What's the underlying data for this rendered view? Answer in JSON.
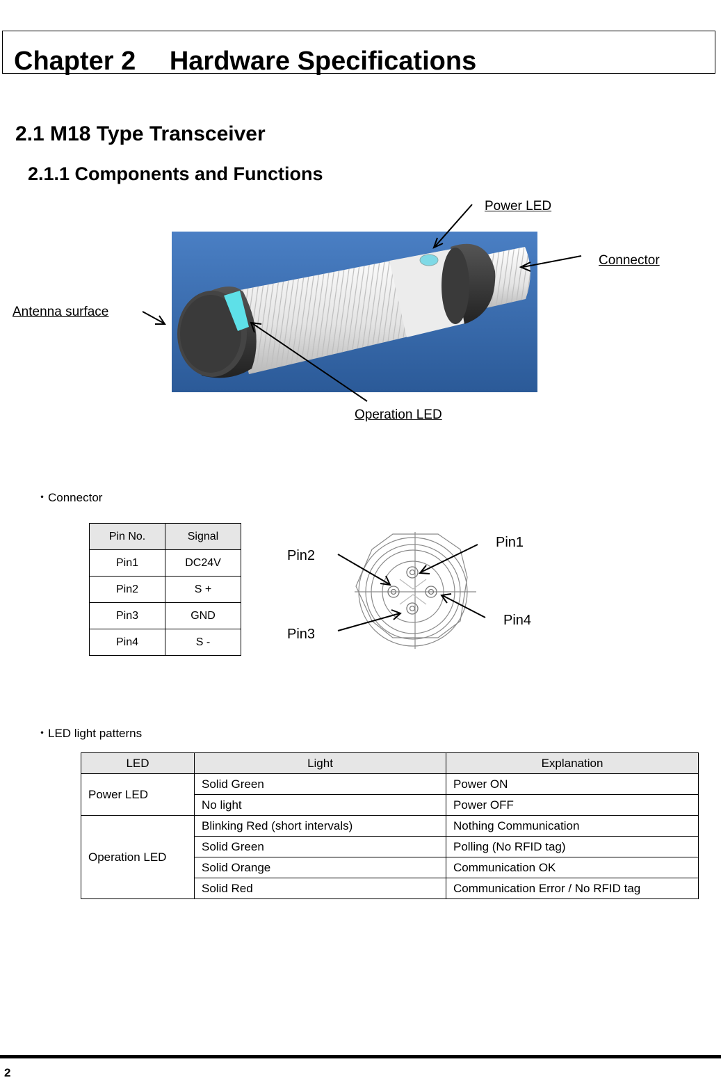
{
  "chapter": {
    "title": "Chapter 2　 Hardware Specifications"
  },
  "section": {
    "title": "2.1 M18 Type Transceiver"
  },
  "subsection": {
    "title": "2.1.1 Components and Functions"
  },
  "figure": {
    "callouts": {
      "power_led": "Power LED",
      "connector": "Connector",
      "antenna_surface": "Antenna surface",
      "operation_led": "Operation LED"
    }
  },
  "connector": {
    "heading": "・Connector",
    "columns": [
      "Pin No.",
      "Signal"
    ],
    "rows": [
      [
        "Pin1",
        "DC24V"
      ],
      [
        "Pin2",
        "S +"
      ],
      [
        "Pin3",
        "GND"
      ],
      [
        "Pin4",
        "S -"
      ]
    ],
    "diagram_labels": {
      "pin1": "Pin1",
      "pin2": "Pin2",
      "pin3": "Pin3",
      "pin4": "Pin4"
    }
  },
  "led_patterns": {
    "heading": "・LED light patterns",
    "columns": [
      "LED",
      "Light",
      "Explanation"
    ],
    "groups": [
      {
        "led": "Power LED",
        "rows": [
          [
            "Solid Green",
            "Power ON"
          ],
          [
            "No light",
            "Power OFF"
          ]
        ]
      },
      {
        "led": "Operation LED",
        "rows": [
          [
            "Blinking Red (short intervals)",
            "Nothing Communication"
          ],
          [
            "Solid Green",
            "Polling (No RFID tag)"
          ],
          [
            "Solid Orange",
            "Communication OK"
          ],
          [
            "Solid Red",
            "Communication Error / No RFID tag"
          ]
        ]
      }
    ]
  },
  "footer": {
    "page_number": "2"
  },
  "colors": {
    "photo_background": "#3a6aa8",
    "led_cyan": "#5ee0e8"
  }
}
